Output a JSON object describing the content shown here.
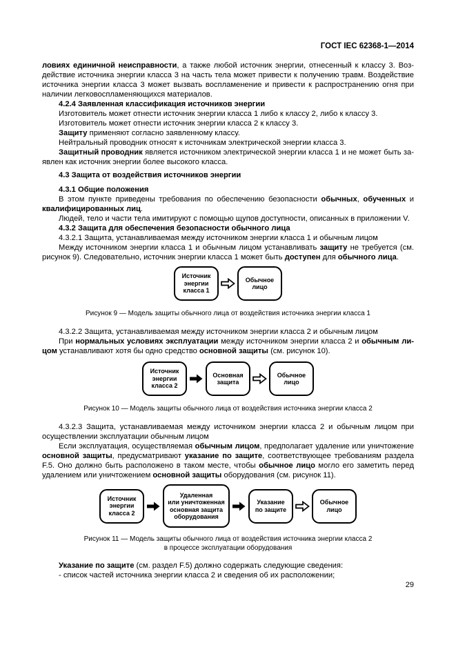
{
  "header": {
    "title": "ГОСТ IEC 62368-1—2014"
  },
  "footer": {
    "page_number": "29"
  },
  "colors": {
    "text": "#000000",
    "background": "#ffffff",
    "box_border": "#000000",
    "arrow_solid_fill": "#000000",
    "arrow_hollow_fill": "#ffffff",
    "arrow_hollow_stroke": "#000000"
  },
  "document": {
    "blocks": [
      {
        "kind": "paragraph",
        "indent": false,
        "segments": [
          {
            "t": "ловиях единичной неисправности",
            "b": true
          },
          {
            "t": ", а также любой источник энергии, отнесенный к классу 3. Воз­действие источника энергии класса 3 на часть тела может привести к получению травм. Воздействие источника энергии класса 3 может вызвать воспламенение и привести к распространению огня при наличии легковоспламеняющихся материалов.",
            "b": false
          }
        ]
      },
      {
        "kind": "heading",
        "text": "4.2.4 Заявленная классификация источников энергии"
      },
      {
        "kind": "paragraph",
        "segments": [
          {
            "t": "Изготовитель может отнести источник энергии класса 1 либо к классу 2, либо к классу 3.",
            "b": false
          }
        ]
      },
      {
        "kind": "paragraph",
        "segments": [
          {
            "t": "Изготовитель может отнести источник энергии класса 2 к классу 3.",
            "b": false
          }
        ]
      },
      {
        "kind": "paragraph",
        "segments": [
          {
            "t": "Защиту",
            "b": true
          },
          {
            "t": " применяют согласно заявленному классу.",
            "b": false
          }
        ]
      },
      {
        "kind": "paragraph",
        "segments": [
          {
            "t": "Нейтральный проводник относят к источникам электрической энергии класса 3.",
            "b": false
          }
        ]
      },
      {
        "kind": "paragraph",
        "segments": [
          {
            "t": "Защитный проводник",
            "b": true
          },
          {
            "t": " является источником электрической энергии класса 1 и не может быть за­явлен как источник энергии более высокого класса.",
            "b": false
          }
        ]
      },
      {
        "kind": "heading",
        "spaced": true,
        "text": "4.3 Защита от воздействия источников энергии"
      },
      {
        "kind": "heading",
        "text": "4.3.1 Общие положения"
      },
      {
        "kind": "paragraph",
        "segments": [
          {
            "t": "В этом пункте приведены требования по обеспечению безопасности ",
            "b": false
          },
          {
            "t": "обычных",
            "b": true
          },
          {
            "t": ", ",
            "b": false
          },
          {
            "t": "обученных",
            "b": true
          },
          {
            "t": " и ",
            "b": false
          },
          {
            "t": "ква­лифицированных лиц",
            "b": true
          },
          {
            "t": ".",
            "b": false
          }
        ]
      },
      {
        "kind": "paragraph",
        "segments": [
          {
            "t": "Людей, тело и части тела имитируют с помощью щупов доступности, описанных в приложении V.",
            "b": false
          }
        ]
      },
      {
        "kind": "heading",
        "text": "4.3.2 Защита для обеспечения безопасности обычного лица"
      },
      {
        "kind": "paragraph",
        "segments": [
          {
            "t": "4.3.2.1 Защита, устанавливаемая между источником энергии класса 1 и обычным лицом",
            "b": false
          }
        ]
      },
      {
        "kind": "paragraph",
        "segments": [
          {
            "t": "Между источником энергии класса 1 и обычным лицом устанавливать ",
            "b": false
          },
          {
            "t": "защиту",
            "b": true
          },
          {
            "t": " не требуется (см. рисунок 9). Следовательно, источник энергии класса 1 может быть ",
            "b": false
          },
          {
            "t": "доступен",
            "b": true
          },
          {
            "t": " для ",
            "b": false
          },
          {
            "t": "обычного лица",
            "b": true
          },
          {
            "t": ".",
            "b": false
          }
        ]
      },
      {
        "kind": "figure",
        "name": "figure-9",
        "boxes": [
          "Источник\nэнергии\nкласса 1",
          "Обычное\nлицо"
        ],
        "arrows": [
          "hollow"
        ],
        "caption": "Рисунок 9 — Модель защиты обычного лица от воздействия источника энергии класса 1"
      },
      {
        "kind": "paragraph",
        "segments": [
          {
            "t": "4.3.2.2 Защита, устанавливаемая между источником энергии класса 2 и обычным лицом",
            "b": false
          }
        ]
      },
      {
        "kind": "paragraph",
        "segments": [
          {
            "t": "При ",
            "b": false
          },
          {
            "t": "нормальных условиях эксплуатации",
            "b": true
          },
          {
            "t": " между источником энергии класса 2 и ",
            "b": false
          },
          {
            "t": "обычным ли­цом",
            "b": true
          },
          {
            "t": " устанавливают хотя бы одно средство ",
            "b": false
          },
          {
            "t": "основной защиты",
            "b": true
          },
          {
            "t": " (см. рисунок 10).",
            "b": false
          }
        ]
      },
      {
        "kind": "figure",
        "name": "figure-10",
        "boxes": [
          "Источник\nэнергии\nкласса 2",
          "Основная\nзащита",
          "Обычное\nлицо"
        ],
        "arrows": [
          "solid",
          "hollow"
        ],
        "caption": "Рисунок 10 — Модель защиты обычного лица от воздействия источника энергии класса 2"
      },
      {
        "kind": "paragraph",
        "segments": [
          {
            "t": "4.3.2.3 Защита, устанавливаемая между источником энергии класса 2 и обычным лицом при осуществлении эксплуатации обычным лицом",
            "b": false
          }
        ]
      },
      {
        "kind": "paragraph",
        "segments": [
          {
            "t": "Если эксплуатация, осуществляемая ",
            "b": false
          },
          {
            "t": "обычным лицом",
            "b": true
          },
          {
            "t": ", предполагает удаление или уничтожение ",
            "b": false
          },
          {
            "t": "основной защиты",
            "b": true
          },
          {
            "t": ", предусматривают ",
            "b": false
          },
          {
            "t": "указание по защите",
            "b": true
          },
          {
            "t": ", соответствующее требованиям раздела F.5. Оно должно быть расположено в таком месте, чтобы ",
            "b": false
          },
          {
            "t": "обычное лицо",
            "b": true
          },
          {
            "t": " могло его заметить перед удалением или уничтожением ",
            "b": false
          },
          {
            "t": "основной защиты",
            "b": true
          },
          {
            "t": " оборудования (см. рисунок 11).",
            "b": false
          }
        ]
      },
      {
        "kind": "figure",
        "name": "figure-11",
        "boxes": [
          "Источник\nэнергии\nкласса 2",
          "Удаленная\nили уничтоженная\nосновная защита\nоборудования",
          "Указание\nпо защите",
          "Обычное\nлицо"
        ],
        "arrows": [
          "solid",
          "solid",
          "hollow"
        ],
        "caption": "Рисунок 11 — Модель защиты обычного лица от воздействия источника энергии класса 2\nв процессе эксплуатации оборудования"
      },
      {
        "kind": "paragraph",
        "spaced_top": true,
        "segments": [
          {
            "t": "Указание по защите",
            "b": true
          },
          {
            "t": " (см. раздел F.5) должно содержать следующие сведения:",
            "b": false
          }
        ]
      },
      {
        "kind": "paragraph",
        "segments": [
          {
            "t": "- список частей источника энергии класса 2 и сведения об их расположении;",
            "b": false
          }
        ]
      }
    ]
  }
}
